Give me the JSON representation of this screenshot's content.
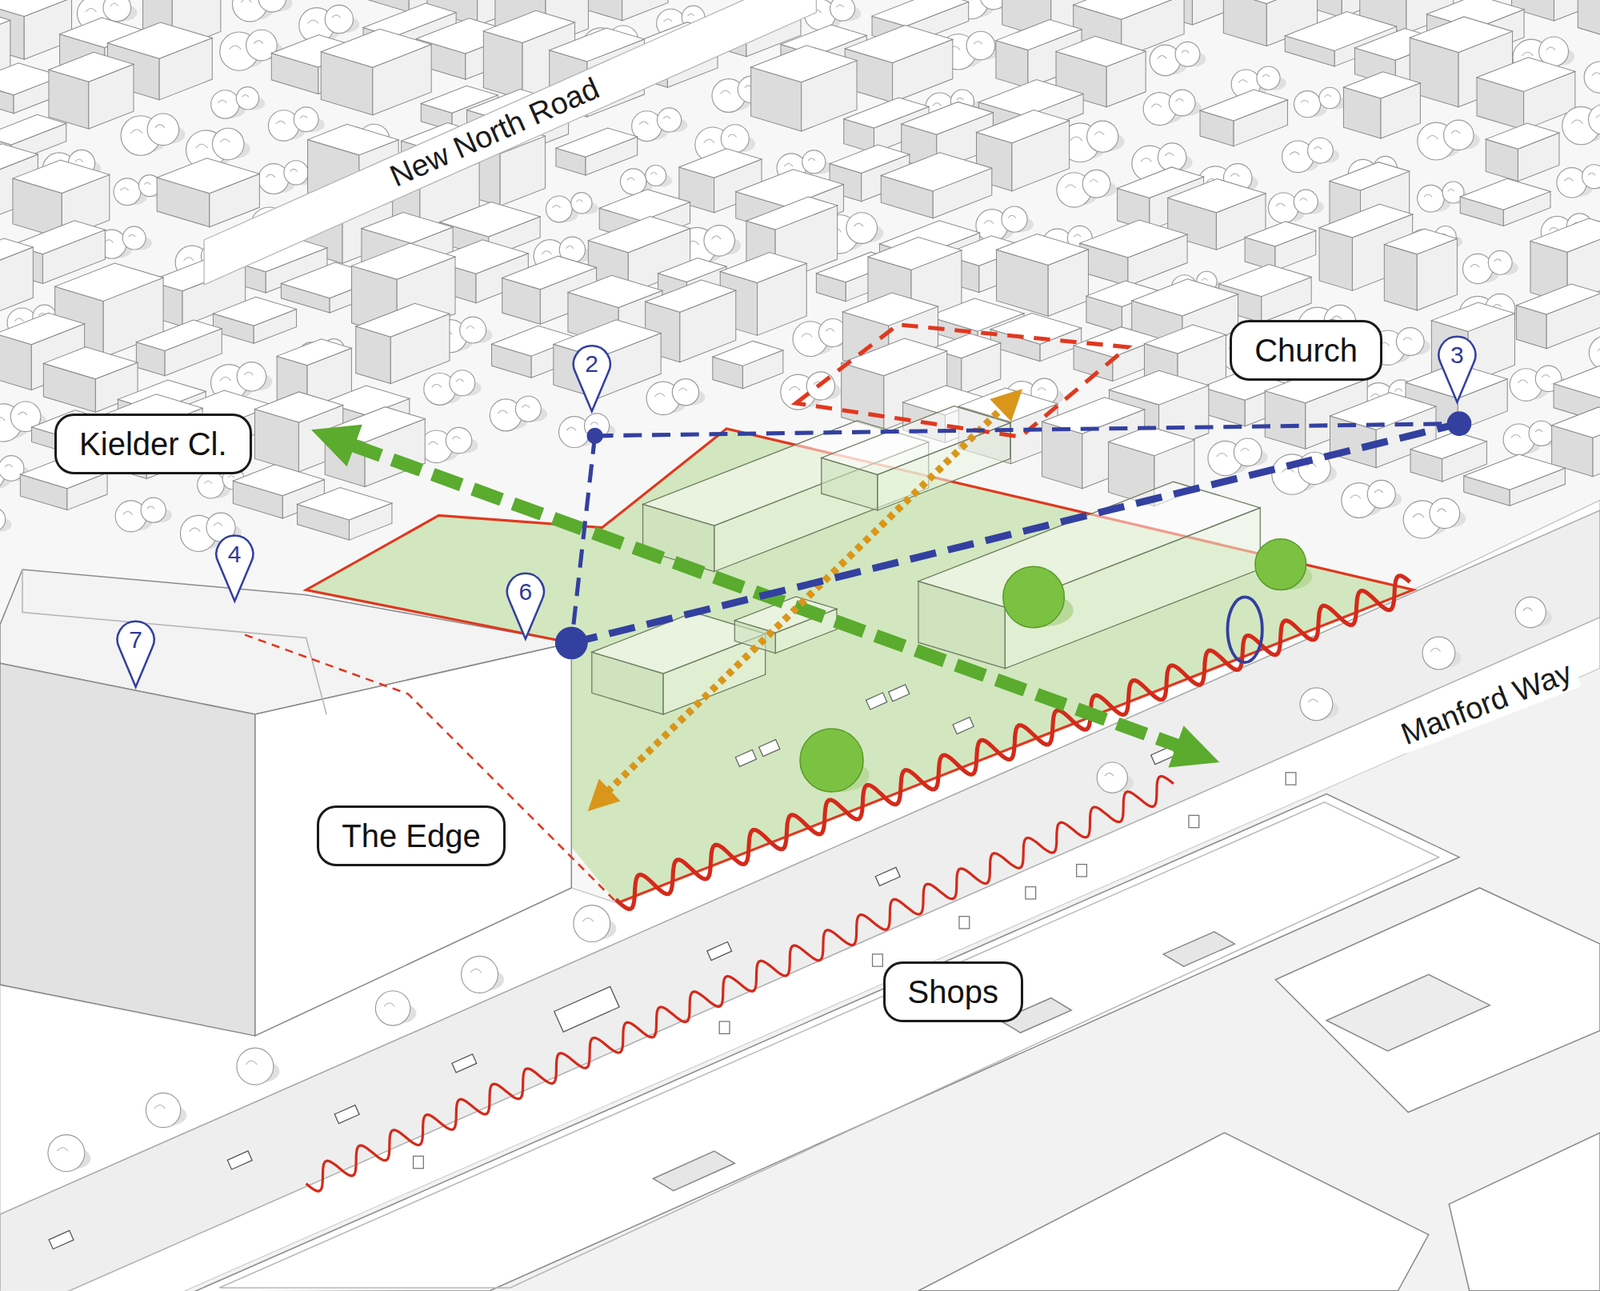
{
  "diagram": {
    "nodes": [
      {
        "text": [
          "Church"
        ]
      },
      {
        "text": [
          "Kielder Cl."
        ]
      },
      {
        "text": [
          "The Edge"
        ]
      },
      {
        "text": [
          "Shops"
        ]
      }
    ],
    "labels": [
      "New North Road",
      "3",
      "2",
      "4",
      "6",
      "7",
      "Manford Way"
    ]
  }
}
